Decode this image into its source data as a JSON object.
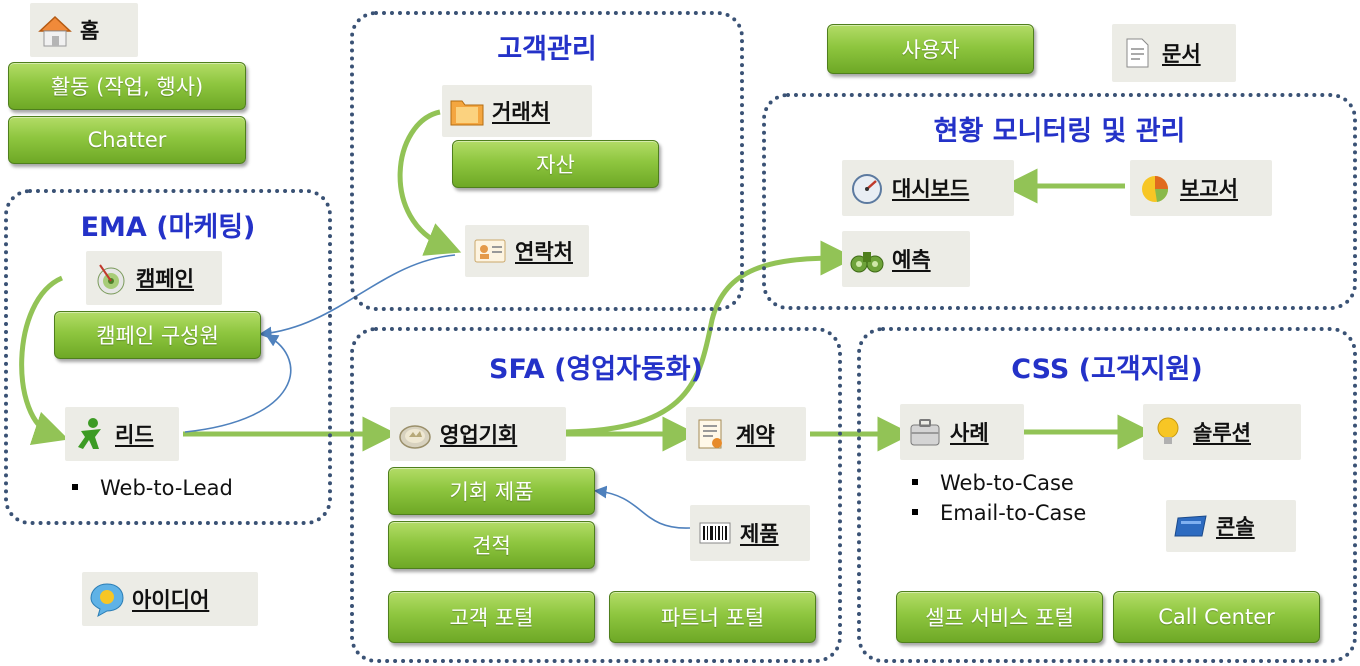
{
  "regions": {
    "ema": "EMA (마케팅)",
    "customer_mgmt": "고객관리",
    "sfa": "SFA (영업자동화)",
    "monitoring": "현황 모니터링 및 관리",
    "css": "CSS (고객지원)"
  },
  "tabs": {
    "home": "홈",
    "accounts": "거래처",
    "contacts": "연락처",
    "campaigns": "캠페인",
    "leads": "리드",
    "opportunities": "영업기회",
    "contracts": "계약",
    "products": "제품",
    "cases": "사례",
    "solutions": "솔루션",
    "console": "콘솔",
    "dashboard": "대시보드",
    "reports": "보고서",
    "forecast": "예측",
    "documents": "문서",
    "ideas": "아이디어"
  },
  "buttons": {
    "activities": "활동 (작업, 행사)",
    "chatter": "Chatter",
    "assets": "자산",
    "users": "사용자",
    "campaign_members": "캠페인 구성원",
    "opportunity_products": "기회 제품",
    "quotes": "견적",
    "customer_portal": "고객 포털",
    "partner_portal": "파트너 포털",
    "self_service_portal": "셀프 서비스 포털",
    "call_center": "Call Center"
  },
  "bullets": {
    "web_to_lead": "Web-to-Lead",
    "web_to_case": "Web-to-Case",
    "email_to_case": "Email-to-Case"
  },
  "colors": {
    "region_border": "#3a5275",
    "region_title": "#2432c8",
    "button_green": "#8ec63f",
    "arrow_green": "#92c356",
    "arrow_blue": "#4f81bd"
  }
}
